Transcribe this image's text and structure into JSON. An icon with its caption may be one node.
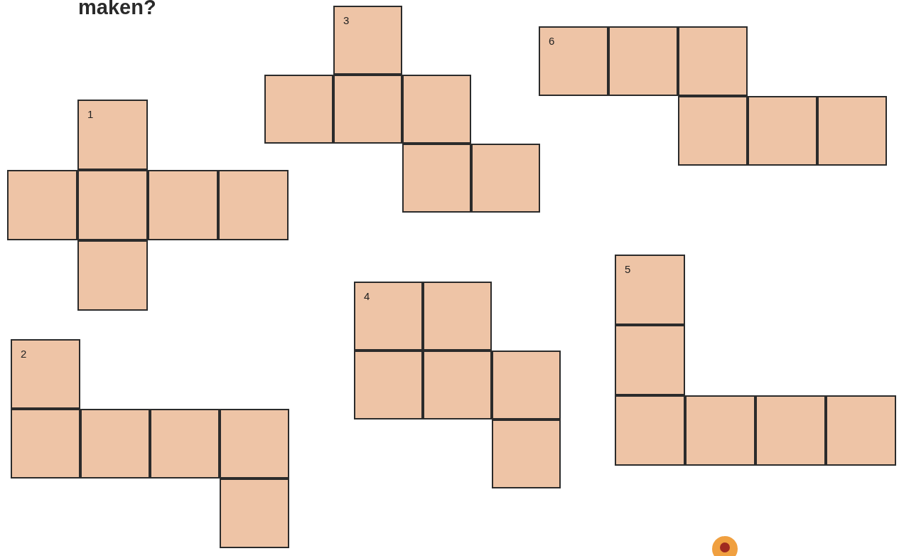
{
  "diagram": {
    "labels": [
      "maken?"
    ],
    "nodes": [
      {
        "text": [
          "1"
        ]
      },
      {
        "text": [
          "3"
        ]
      },
      {
        "text": [
          "6"
        ]
      },
      {
        "text": [
          "4"
        ]
      },
      {
        "text": [
          "5"
        ]
      },
      {
        "text": [
          "2"
        ]
      }
    ]
  }
}
